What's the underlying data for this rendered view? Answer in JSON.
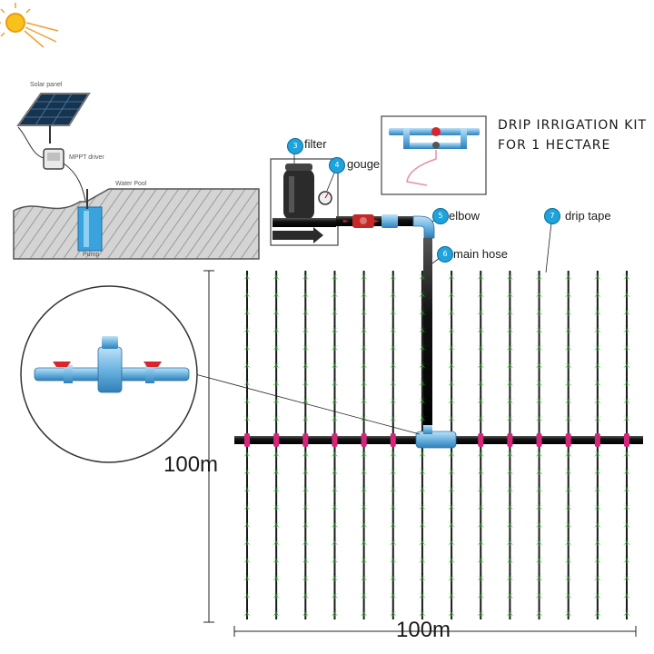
{
  "title": {
    "line1": "DRIP IRRIGATION KIT",
    "line2": "FOR 1 HECTARE"
  },
  "parts": [
    {
      "number": "3",
      "label": "filter"
    },
    {
      "number": "4",
      "label": "gouge"
    },
    {
      "number": "5",
      "label": "elbow"
    },
    {
      "number": "6",
      "label": "main hose"
    },
    {
      "number": "7",
      "label": "drip tape"
    }
  ],
  "source_labels": {
    "solar_panel": "Solar panel",
    "mppt": "MPPT driver",
    "water_pool": "Water Pool",
    "pump": "Pump"
  },
  "dimensions": {
    "width": "100m",
    "length": "100m"
  },
  "drip_line_count": 14,
  "colors": {
    "pipe": "#1a1a1a",
    "accent_blue": "#1fa3dc",
    "plant_green": "#2e9b2e",
    "emitter_pink": "#d6267a",
    "valve_red": "#d9252b",
    "fitting_blue": "#79bce3"
  },
  "icons": [
    "sun-icon",
    "solar-panel-icon",
    "filter-icon",
    "pressure-gauge-icon",
    "valve-icon",
    "elbow-icon",
    "plant-icon",
    "tee-fitting-icon"
  ]
}
